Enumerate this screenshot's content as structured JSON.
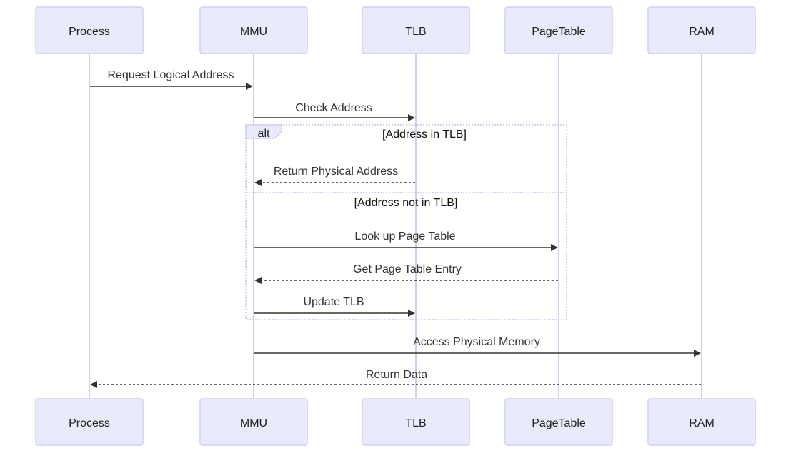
{
  "participants": [
    {
      "id": "process",
      "label": "Process"
    },
    {
      "id": "mmu",
      "label": "MMU"
    },
    {
      "id": "tlb",
      "label": "TLB"
    },
    {
      "id": "pagetable",
      "label": "PageTable"
    },
    {
      "id": "ram",
      "label": "RAM"
    }
  ],
  "messages": [
    {
      "from": "Process",
      "to": "MMU",
      "text": "Request Logical Address",
      "style": "solid"
    },
    {
      "from": "MMU",
      "to": "TLB",
      "text": "Check Address",
      "style": "solid"
    },
    {
      "from": "TLB",
      "to": "MMU",
      "text": "Return Physical Address",
      "style": "dashed"
    },
    {
      "from": "MMU",
      "to": "PageTable",
      "text": "Look up Page Table",
      "style": "solid"
    },
    {
      "from": "PageTable",
      "to": "MMU",
      "text": "Get Page Table Entry",
      "style": "dashed"
    },
    {
      "from": "MMU",
      "to": "TLB",
      "text": "Update TLB",
      "style": "solid"
    },
    {
      "from": "MMU",
      "to": "RAM",
      "text": "Access Physical Memory",
      "style": "solid"
    },
    {
      "from": "RAM",
      "to": "Process",
      "text": "Return Data",
      "style": "dashed"
    }
  ],
  "alt_frame": {
    "label": "alt",
    "conditions": [
      "[Address in TLB]",
      "[Address not in TLB]"
    ]
  }
}
